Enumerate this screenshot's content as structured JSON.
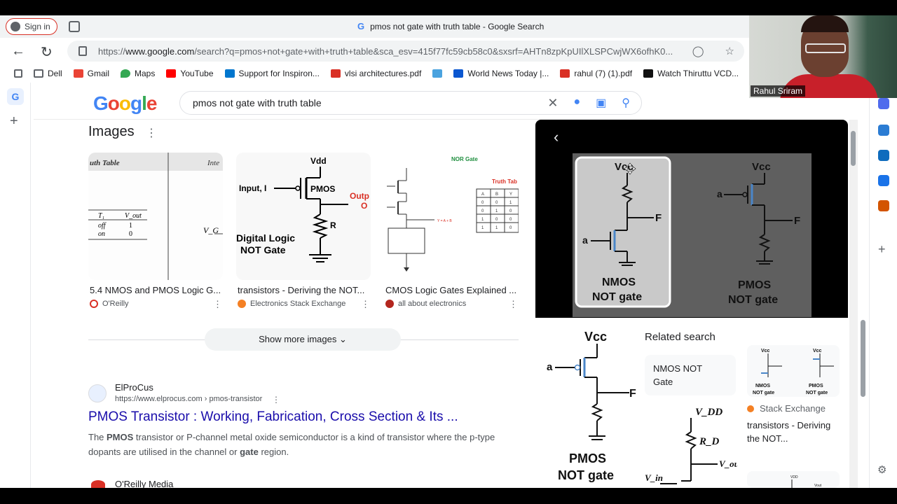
{
  "browser": {
    "signin_label": "Sign in",
    "tab_title": "pmos not gate with truth table - Google Search",
    "tab_favicon": "G",
    "url_scheme": "https://",
    "url_domain": "www.google.com",
    "url_rest": "/search?q=pmos+not+gate+with+truth+table&sca_esv=415f77fc59cb58c0&sxsrf=AHTn8zpKpUIlXLSPCwjWX6ofhK0..."
  },
  "bookmarks": [
    {
      "label": "Dell",
      "icon": "folder-icon",
      "color": "#5f6368"
    },
    {
      "label": "Gmail",
      "icon": "gmail-icon",
      "color": "#ea4335"
    },
    {
      "label": "Maps",
      "icon": "maps-icon",
      "color": "#34a853"
    },
    {
      "label": "YouTube",
      "icon": "youtube-icon",
      "color": "#ff0000"
    },
    {
      "label": "Support for Inspiron...",
      "icon": "dell-icon",
      "color": "#0076ce"
    },
    {
      "label": "vlsi architectures.pdf",
      "icon": "pdf-icon",
      "color": "#d93025"
    },
    {
      "label": "",
      "icon": "bing-icon",
      "color": "#4aa3df"
    },
    {
      "label": "World News Today |...",
      "icon": "news-icon",
      "color": "#0b57d0"
    },
    {
      "label": "rahul (7) (1).pdf",
      "icon": "pdf-icon",
      "color": "#d93025"
    },
    {
      "label": "Watch Thiruttu VCD...",
      "icon": "amazon-icon",
      "color": "#111111"
    }
  ],
  "search": {
    "logo": "Google",
    "query": "pmos not gate with truth table"
  },
  "images": {
    "section_title": "Images",
    "items": [
      {
        "caption": "5.4 NMOS and PMOS Logic G...",
        "source": "O'Reilly",
        "source_color": "#d93025"
      },
      {
        "caption": "transistors - Deriving the NOT...",
        "source": "Electronics Stack Exchange",
        "source_color": "#f48024"
      },
      {
        "caption": "CMOS Logic Gates Explained ...",
        "source": "all about electronics",
        "source_color": "#b3261e"
      }
    ],
    "show_more": "Show more images",
    "thumb1": {
      "header_left": "uth Table",
      "header_right": "Inte",
      "col1": "T₁",
      "col2": "V_out",
      "rows": [
        [
          "off",
          "1"
        ],
        [
          "on",
          "0"
        ]
      ],
      "side": "V_G"
    },
    "thumb2": {
      "vdd": "Vdd",
      "input": "Input, I",
      "pmos": "PMOS",
      "output": "Outp",
      "out_o": "O",
      "r": "R",
      "caption_l1": "Digital Logic",
      "caption_l2": "NOT Gate"
    },
    "thumb3": {
      "title": "NOR Gate",
      "tt_title": "Truth Tab",
      "tt_header": [
        "A",
        "B",
        "Y"
      ],
      "tt_rows": [
        [
          "0",
          "0",
          "1"
        ],
        [
          "0",
          "1",
          "0"
        ],
        [
          "1",
          "0",
          "0"
        ],
        [
          "1",
          "1",
          "0"
        ]
      ],
      "expr": "Y = A + B"
    }
  },
  "result": {
    "site_name": "ElProCus",
    "cite": "https://www.elprocus.com › pmos-transistor",
    "title": "PMOS Transistor : Working, Fabrication, Cross Section & Its ...",
    "snippet_1": "The ",
    "snippet_bold1": "PMOS",
    "snippet_2": " transistor or P-channel metal oxide semiconductor is a kind of transistor where the p-type dopants are utilised in the channel or ",
    "snippet_bold2": "gate",
    "snippet_3": " region.",
    "next_site": "O'Reilly Media"
  },
  "preview": {
    "left_vcc": "Vcc",
    "left_a": "a",
    "left_f": "F",
    "left_label_1": "NMOS",
    "left_label_2": "NOT gate",
    "right_vcc": "Vcc",
    "right_a": "a",
    "right_f": "F",
    "right_label_1": "PMOS",
    "right_label_2": "NOT gate"
  },
  "related": {
    "title": "Related search",
    "chip": "NMOS NOT Gate",
    "source": "Stack Exchange",
    "caption": "transistors - Deriving the NOT...",
    "big_vcc": "Vcc",
    "big_a": "a",
    "big_f": "F",
    "big_label_1": "PMOS",
    "big_label_2": "NOT gate",
    "vdd": "V_DD",
    "rd": "R_D",
    "vin": "V_in",
    "vout": "V_out",
    "mini_n1": "NMOS",
    "mini_n2": "NOT gate",
    "mini_p1": "PMOS",
    "mini_p2": "NOT gate",
    "mini_vcc": "Vcc",
    "mini_vdd": "VDD",
    "mini_vout": "Vout"
  },
  "webcam": {
    "name": "Rahul Sriram"
  }
}
